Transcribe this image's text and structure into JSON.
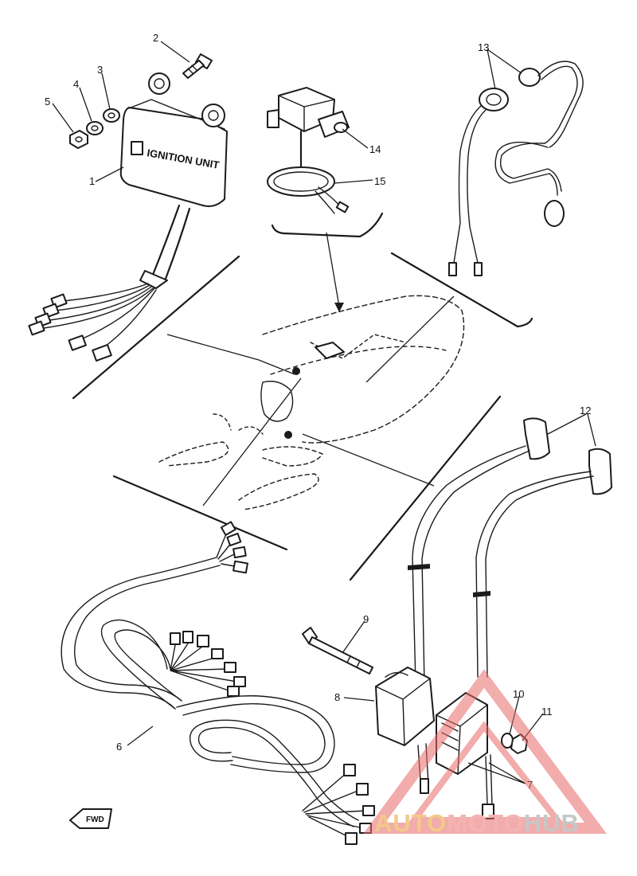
{
  "callouts": {
    "c1": "1",
    "c2": "2",
    "c3": "3",
    "c4": "4",
    "c5": "5",
    "c6": "6",
    "c7": "7",
    "c8": "8",
    "c9": "9",
    "c10": "10",
    "c11": "11",
    "c12": "12",
    "c13": "13",
    "c14": "14",
    "c15": "15"
  },
  "ignition_unit_label": "IGNITION UNIT",
  "forward_marker": "FWD",
  "watermark": {
    "part1": "AUTO",
    "part2": "MOTO",
    "part3": "HUB"
  },
  "colors": {
    "line": "#1b1b1b",
    "watermark_red": "#e86a6a",
    "watermark_orange": "#f3c98a",
    "watermark_gray": "#c7c7c7"
  }
}
